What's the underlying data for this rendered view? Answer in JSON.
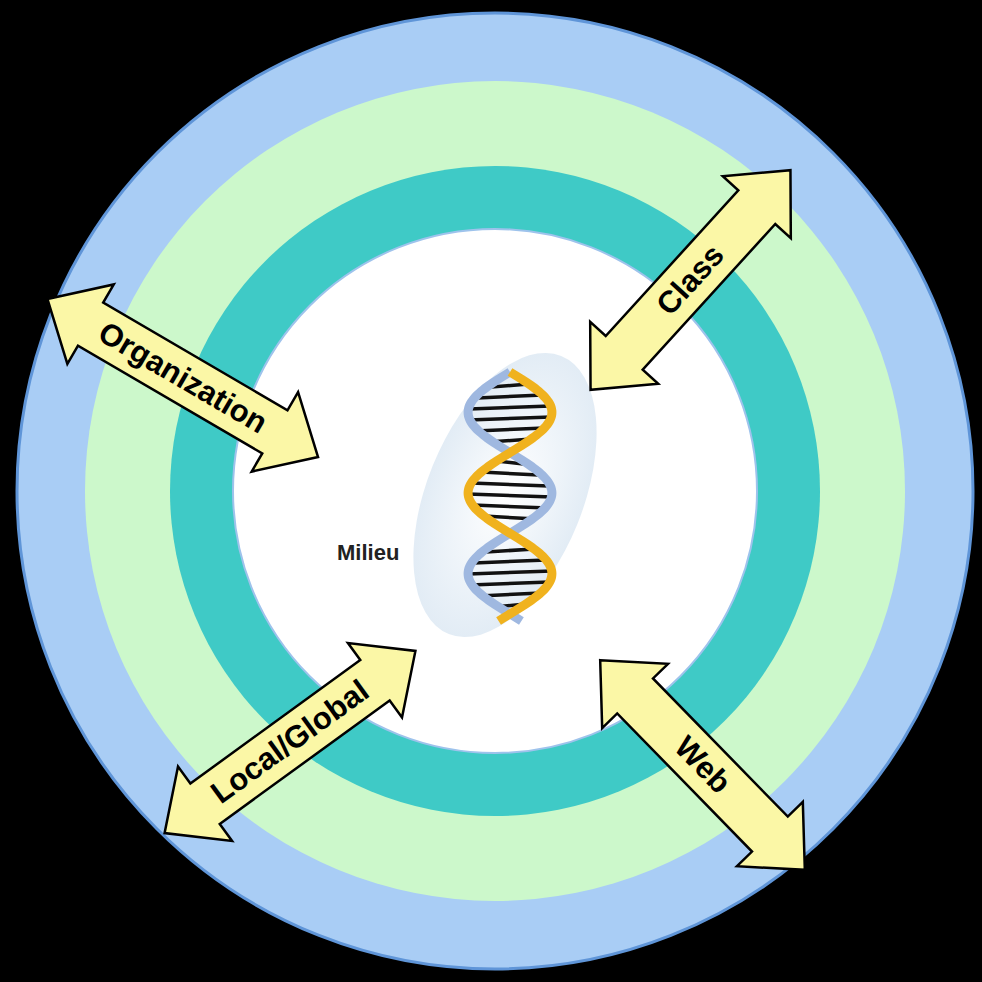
{
  "diagram": {
    "nodes": [
      {
        "text": [
          "Class"
        ]
      },
      {
        "text": [
          "Organization"
        ]
      },
      {
        "text": [
          "Local/Global"
        ]
      },
      {
        "text": [
          "Web"
        ]
      }
    ],
    "labels": [
      "Milieu"
    ]
  }
}
